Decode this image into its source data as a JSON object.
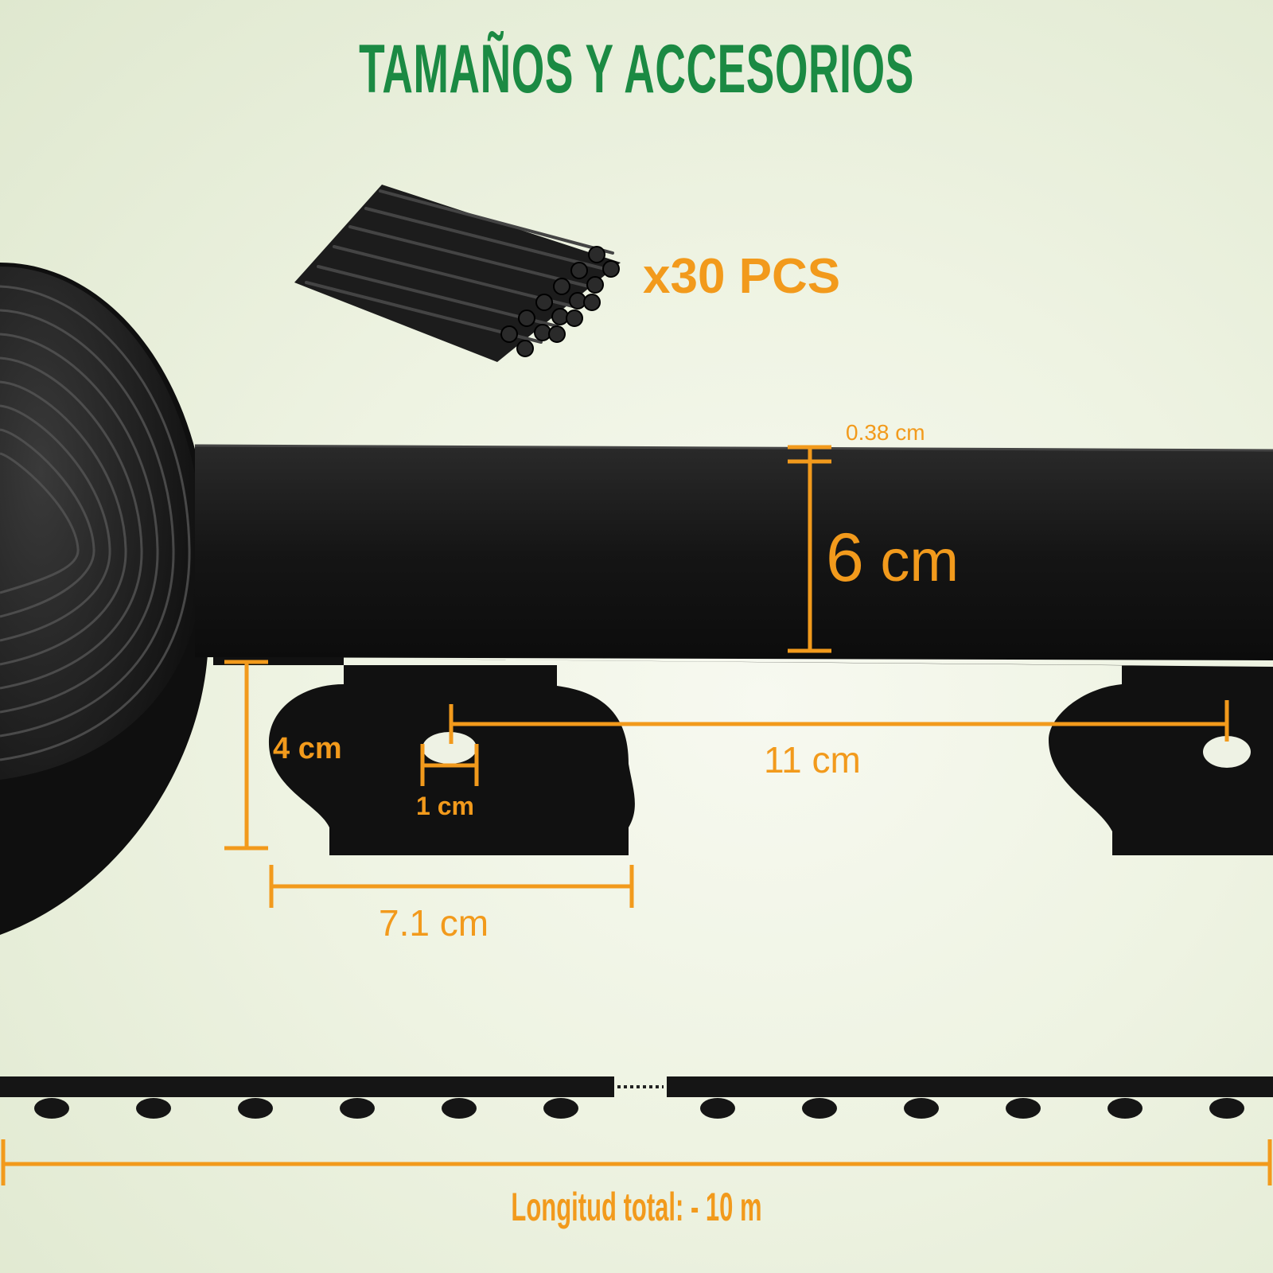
{
  "title": "TAMAÑOS Y ACCESORIOS",
  "accessories": {
    "quantity_label": "x30 PCS"
  },
  "dimensions": {
    "thickness": "0.38 cm",
    "height_main_number": "6",
    "height_main_unit": "cm",
    "spacing": "11 cm",
    "tab_height": "4 cm",
    "hole_diameter": "1 cm",
    "tab_width": "7.1 cm"
  },
  "total_length_label": "Longitud total: - 10 m",
  "colors": {
    "title": "#1b8a43",
    "accent": "#f29a1c",
    "product": "#1a1a1a"
  }
}
